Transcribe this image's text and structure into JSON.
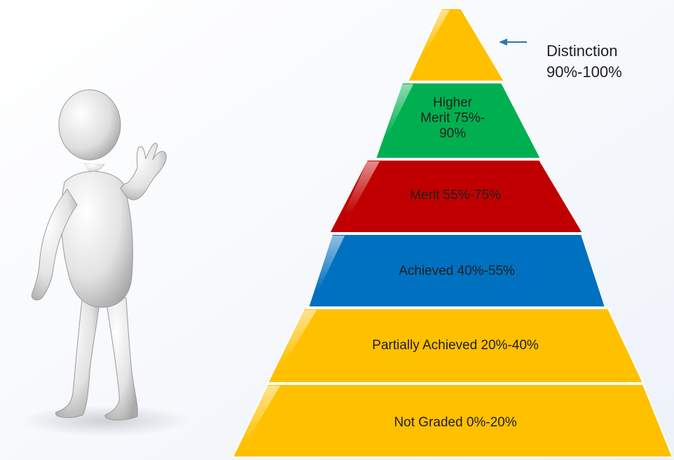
{
  "pyramid": {
    "tiers": [
      {
        "id": "distinction",
        "label": "",
        "color": "#FFC000"
      },
      {
        "id": "higher-merit",
        "label_lines": [
          "Higher",
          "Merit 75%-",
          "90%"
        ],
        "color": "#00B050"
      },
      {
        "id": "merit",
        "label": "Merit 55%-75%",
        "color": "#C00000"
      },
      {
        "id": "achieved",
        "label": "Achieved 40%-55%",
        "color": "#0070C0"
      },
      {
        "id": "partially-achieved",
        "label": "Partially Achieved 20%-40%",
        "color": "#FFC000"
      },
      {
        "id": "not-graded",
        "label": "Not Graded 0%-20%",
        "color": "#FFC000"
      }
    ]
  },
  "callout": {
    "line1": "Distinction",
    "line2": "90%-100%",
    "arrow_color": "#2E75B6"
  },
  "figure": {
    "description_icon": "presenter-stick-figure-icon"
  }
}
